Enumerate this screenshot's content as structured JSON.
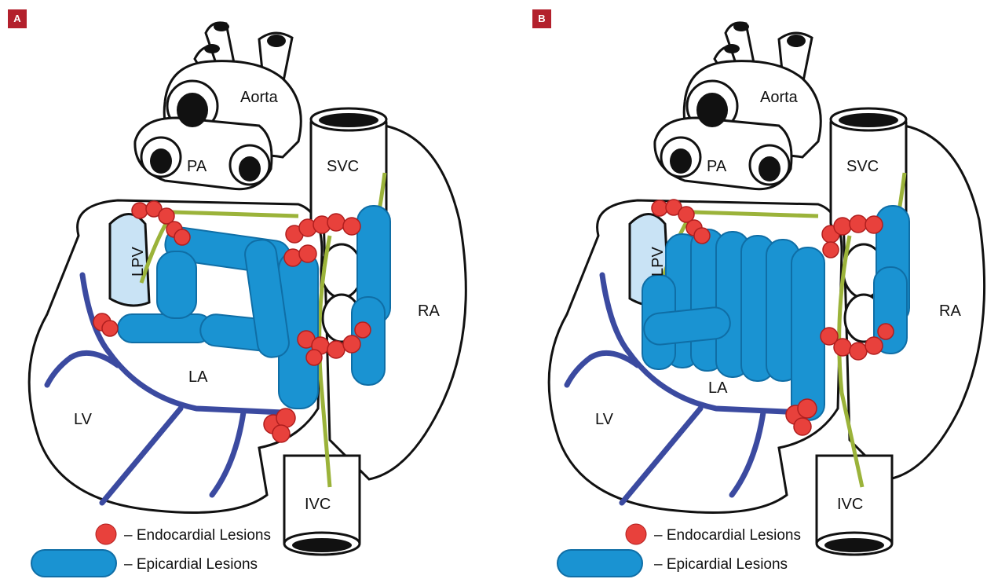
{
  "panels": [
    {
      "badge": "A",
      "labels": {
        "aorta": "Aorta",
        "pa": "PA",
        "svc": "SVC",
        "lpv": "LPV",
        "ra": "RA",
        "la": "LA",
        "lv": "LV",
        "ivc": "IVC"
      },
      "legend": {
        "endocardial": "– Endocardial Lesions",
        "epicardial": "– Epicardial Lesions"
      }
    },
    {
      "badge": "B",
      "labels": {
        "aorta": "Aorta",
        "pa": "PA",
        "svc": "SVC",
        "lpv": "LPV",
        "ra": "RA",
        "la": "LA",
        "lv": "LV",
        "ivc": "IVC"
      },
      "legend": {
        "endocardial": "– Endocardial Lesions",
        "epicardial": "– Epicardial Lesions"
      }
    }
  ],
  "colors": {
    "epicardial_lesion": "#1a93d2",
    "endocardial_lesion": "#e8413c",
    "coronary_vessel": "#3b4aa0",
    "nerve": "#9bb33a",
    "badge": "#b3202c",
    "outline": "#111111"
  }
}
